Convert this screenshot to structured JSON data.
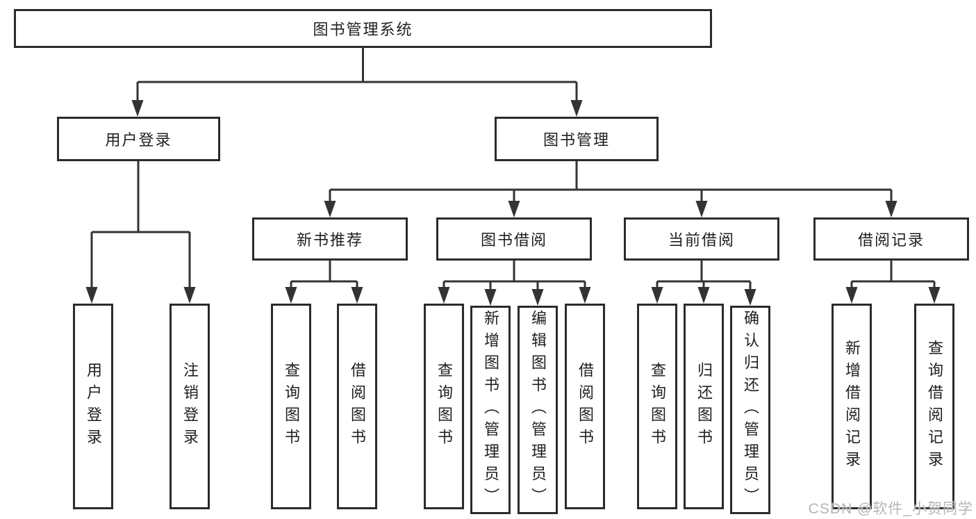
{
  "tree": {
    "root": "图书管理系统",
    "branches": [
      {
        "label": "用户登录",
        "leaves": [
          "用户登录",
          "注销登录"
        ]
      },
      {
        "label": "图书管理",
        "groups": [
          {
            "label": "新书推荐",
            "leaves": [
              "查询图书",
              "借阅图书"
            ]
          },
          {
            "label": "图书借阅",
            "leaves": [
              "查询图书",
              "新增图书（管理员）",
              "编辑图书（管理员）",
              "借阅图书"
            ]
          },
          {
            "label": "当前借阅",
            "leaves": [
              "查询图书",
              "归还图书",
              "确认归还（管理员）"
            ]
          },
          {
            "label": "借阅记录",
            "leaves": [
              "新增借阅记录",
              "查询借阅记录"
            ]
          }
        ]
      }
    ]
  },
  "watermark": {
    "text": "CSDN @软件_小贺同学"
  },
  "colors": {
    "line": "#333333",
    "box_border": "#2b2b2b",
    "text": "#1f1f1f",
    "background": "#ffffff",
    "watermark": "#b5b5b5"
  }
}
